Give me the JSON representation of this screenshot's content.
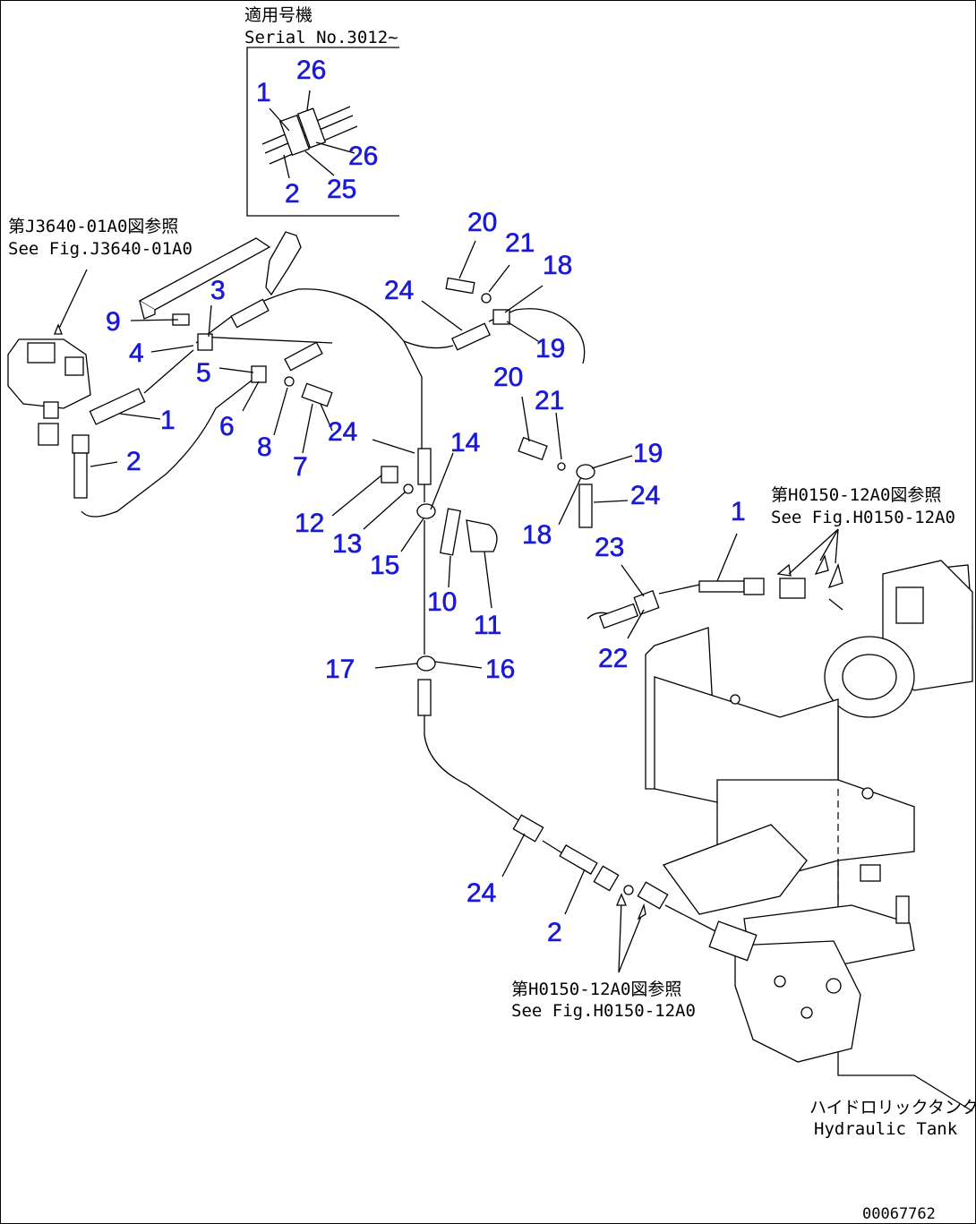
{
  "notes": {
    "serial_jp": "適用号機",
    "serial_en": "Serial No.3012~",
    "ref_top_jp": "第J3640-01A0図参照",
    "ref_top_en": "See Fig.J3640-01A0",
    "ref_right_jp": "第H0150-12A0図参照",
    "ref_right_en": "See Fig.H0150-12A0",
    "ref_bottom_jp": "第H0150-12A0図参照",
    "ref_bottom_en": "See Fig.H0150-12A0",
    "tank_jp": "ハイドロリックタンク",
    "tank_en": "Hydraulic Tank",
    "drawing_code": "00067762"
  },
  "callouts": [
    {
      "id": "c26a",
      "label": "26"
    },
    {
      "id": "c1a",
      "label": "1"
    },
    {
      "id": "c26b",
      "label": "26"
    },
    {
      "id": "c2a",
      "label": "2"
    },
    {
      "id": "c25",
      "label": "25"
    },
    {
      "id": "c20a",
      "label": "20"
    },
    {
      "id": "c21a",
      "label": "21"
    },
    {
      "id": "c18a",
      "label": "18"
    },
    {
      "id": "c24a",
      "label": "24"
    },
    {
      "id": "c3",
      "label": "3"
    },
    {
      "id": "c9",
      "label": "9"
    },
    {
      "id": "c4",
      "label": "4"
    },
    {
      "id": "c19a",
      "label": "19"
    },
    {
      "id": "c5",
      "label": "5"
    },
    {
      "id": "c20b",
      "label": "20"
    },
    {
      "id": "c21b",
      "label": "21"
    },
    {
      "id": "c1b",
      "label": "1"
    },
    {
      "id": "c6",
      "label": "6"
    },
    {
      "id": "c24b",
      "label": "24"
    },
    {
      "id": "c14",
      "label": "14"
    },
    {
      "id": "c19b",
      "label": "19"
    },
    {
      "id": "c2b",
      "label": "2"
    },
    {
      "id": "c8",
      "label": "8"
    },
    {
      "id": "c7",
      "label": "7"
    },
    {
      "id": "c24c",
      "label": "24"
    },
    {
      "id": "c1c",
      "label": "1"
    },
    {
      "id": "c12",
      "label": "12"
    },
    {
      "id": "c13",
      "label": "13"
    },
    {
      "id": "c18b",
      "label": "18"
    },
    {
      "id": "c15",
      "label": "15"
    },
    {
      "id": "c23",
      "label": "23"
    },
    {
      "id": "c10",
      "label": "10"
    },
    {
      "id": "c11",
      "label": "11"
    },
    {
      "id": "c22",
      "label": "22"
    },
    {
      "id": "c17",
      "label": "17"
    },
    {
      "id": "c16",
      "label": "16"
    },
    {
      "id": "c24d",
      "label": "24"
    },
    {
      "id": "c2c",
      "label": "2"
    }
  ]
}
